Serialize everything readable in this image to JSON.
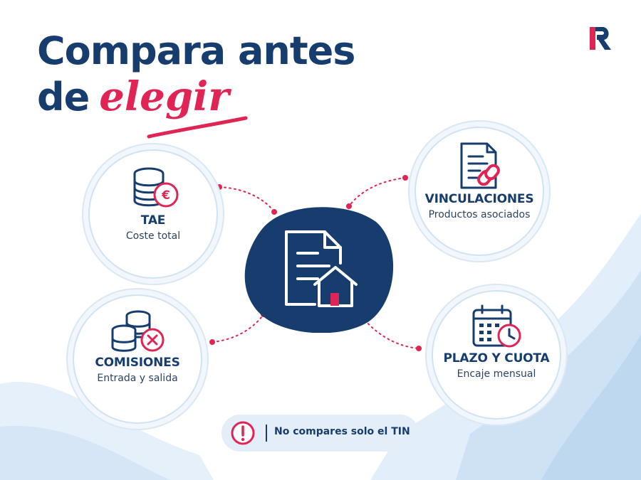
{
  "title": {
    "line1": "Compara antes",
    "line2_prefix": "de",
    "line2_script": "elegir"
  },
  "logo_letter": "R",
  "colors": {
    "navy": "#163d6e",
    "accent": "#e02453",
    "light_blue": "#cfe3f3"
  },
  "center": {
    "icon": "house-document-icon"
  },
  "cards": [
    {
      "key": "tae",
      "label": "TAE",
      "sub": "Coste total",
      "icon": "coins-euro-icon"
    },
    {
      "key": "comisiones",
      "label": "COMISIONES",
      "sub": "Entrada y salida",
      "icon": "coins-cross-icon"
    },
    {
      "key": "vinculaciones",
      "label": "VINCULACIONES",
      "sub": "Productos asociados",
      "icon": "document-link-icon"
    },
    {
      "key": "plazo",
      "label": "PLAZO Y CUOTA",
      "sub": "Encaje mensual",
      "icon": "calendar-clock-icon"
    }
  ],
  "note": {
    "text": "No compares solo el TIN",
    "icon": "alert-icon"
  }
}
